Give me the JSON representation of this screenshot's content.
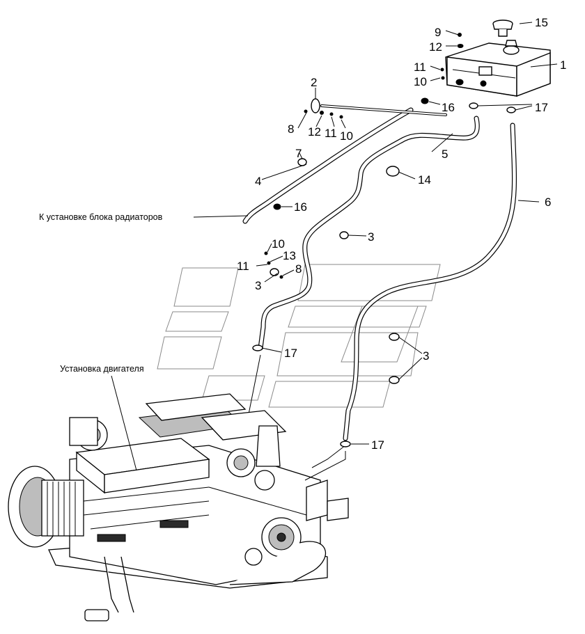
{
  "diagram": {
    "parts": [
      {
        "id": "1",
        "text": "1"
      },
      {
        "id": "2",
        "text": "2"
      },
      {
        "id": "3",
        "text": "3"
      },
      {
        "id": "4",
        "text": "4"
      },
      {
        "id": "5",
        "text": "5"
      },
      {
        "id": "6",
        "text": "6"
      },
      {
        "id": "7",
        "text": "7"
      },
      {
        "id": "8",
        "text": "8"
      },
      {
        "id": "9",
        "text": "9"
      },
      {
        "id": "10",
        "text": "10"
      },
      {
        "id": "11",
        "text": "11"
      },
      {
        "id": "12",
        "text": "12"
      },
      {
        "id": "13",
        "text": "13"
      },
      {
        "id": "14",
        "text": "14"
      },
      {
        "id": "15",
        "text": "15"
      },
      {
        "id": "16",
        "text": "16"
      },
      {
        "id": "17",
        "text": "17"
      }
    ],
    "captions": {
      "radiator": "К установке блока радиаторов",
      "engine": "Установка двигателя"
    }
  }
}
